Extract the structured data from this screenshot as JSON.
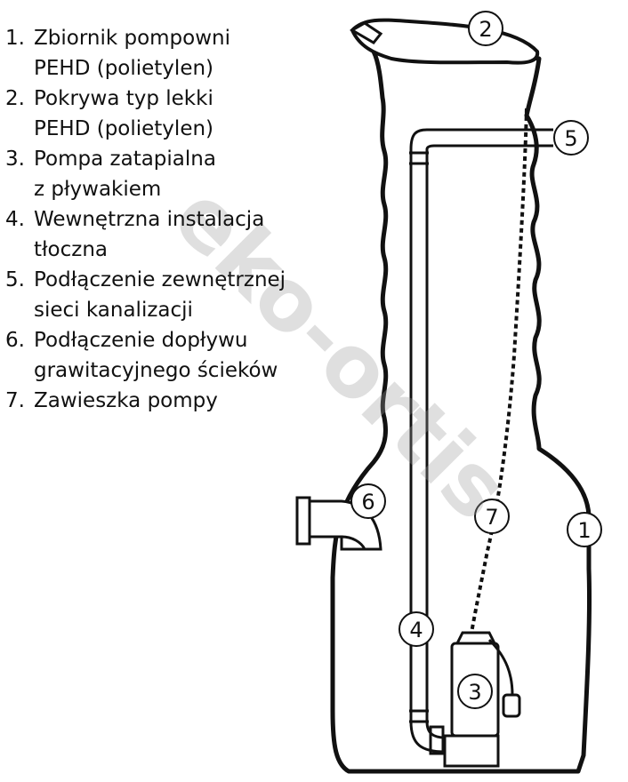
{
  "legend": {
    "items": [
      {
        "number": "1.",
        "text": "Zbiornik pompowni\nPEHD (polietylen)"
      },
      {
        "number": "2.",
        "text": "Pokrywa typ lekki\nPEHD (polietylen)"
      },
      {
        "number": "3.",
        "text": "Pompa zatapialna\nz pływakiem"
      },
      {
        "number": "4.",
        "text": "Wewnętrzna instalacja\ntłoczna"
      },
      {
        "number": "5.",
        "text": "Podłączenie zewnętrznej\nsieci kanalizacji"
      },
      {
        "number": "6.",
        "text": "Podłączenie dopływu\ngrawitacyjnego ścieków"
      },
      {
        "number": "7.",
        "text": "Zawieszka pompy"
      }
    ]
  },
  "callouts": [
    "1",
    "2",
    "3",
    "4",
    "5",
    "6",
    "7"
  ],
  "watermark": "eko-ortis"
}
